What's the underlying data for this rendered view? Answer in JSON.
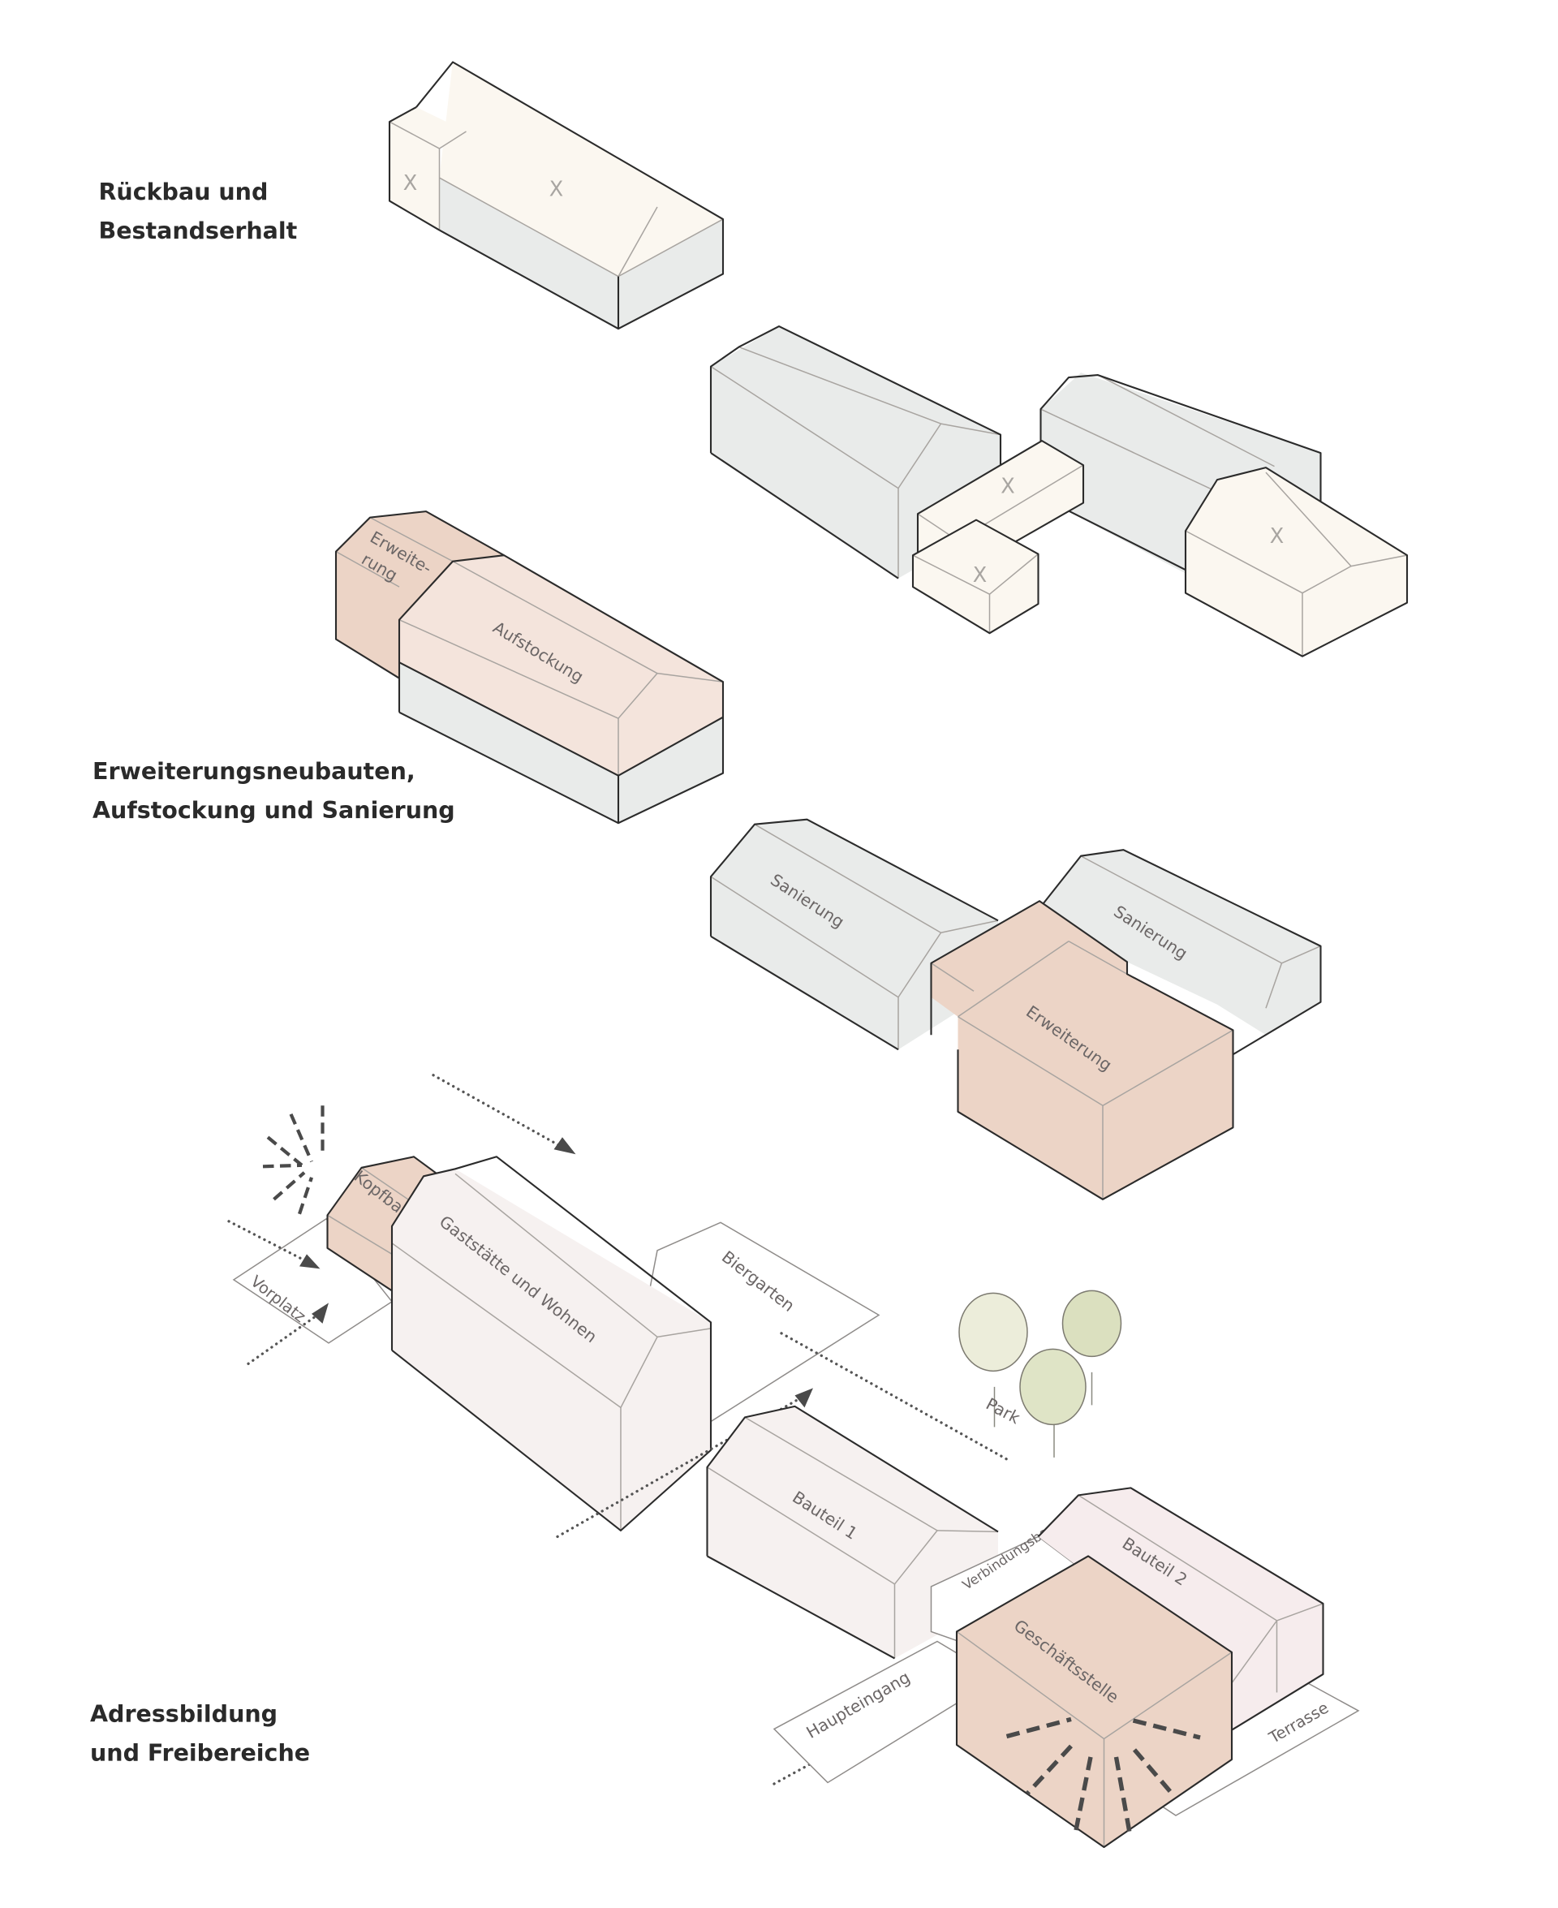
{
  "sections": [
    {
      "heading_line1": "Rückbau und",
      "heading_line2": "Bestandserhalt"
    },
    {
      "heading_line1": "Erweiterungsneubauten,",
      "heading_line2": "Aufstockung und Sanierung"
    },
    {
      "heading_line1": "Adressbildung",
      "heading_line2": "und Freibereiche"
    }
  ],
  "demolition_mark": "X",
  "labels": {
    "erweiterung_hyphen_1": "Erweite-",
    "erweiterung_hyphen_2": "rung",
    "aufstockung": "Aufstockung",
    "sanierung_left": "Sanierung",
    "sanierung_right": "Sanierung",
    "erweiterung": "Erweiterung",
    "kopfbau": "Kopfbau",
    "gaststaette": "Gaststätte und Wohnen",
    "biergarten": "Biergarten",
    "vorplatz": "Vorplatz",
    "park": "Park",
    "bauteil1": "Bauteil 1",
    "bauteil2": "Bauteil 2",
    "verbindungsbau": "Verbindungsbau",
    "geschaeftsstelle": "Geschäftsstelle",
    "haupteingang": "Haupteingang",
    "terrasse": "Terrasse"
  },
  "colors": {
    "existing_grey": "#e9ebea",
    "demolished_cream": "#fbf7f0",
    "extension_pink": "#ecd4c6",
    "addition_pink": "#f4e4dc",
    "new_use_rose": "#f6f1f0",
    "tree_green": "#dde3c2"
  }
}
